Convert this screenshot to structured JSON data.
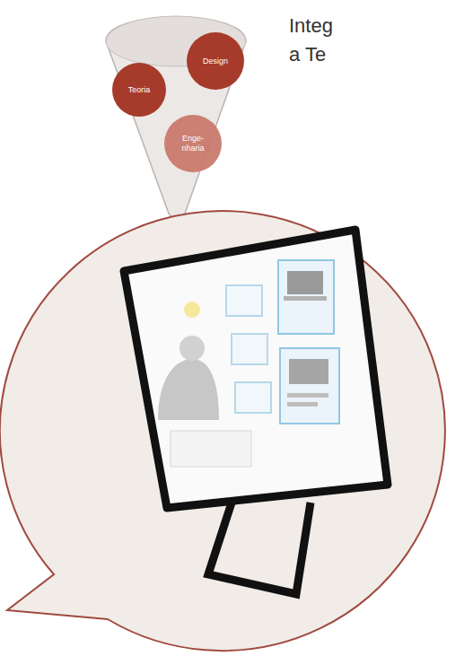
{
  "diagram": {
    "nodes": [
      {
        "text": [
          "Teoria"
        ]
      },
      {
        "text": [
          "Design"
        ]
      },
      {
        "text": [
          "Enge- nharia"
        ]
      }
    ],
    "labels": [
      "Integ",
      "a Te"
    ]
  }
}
